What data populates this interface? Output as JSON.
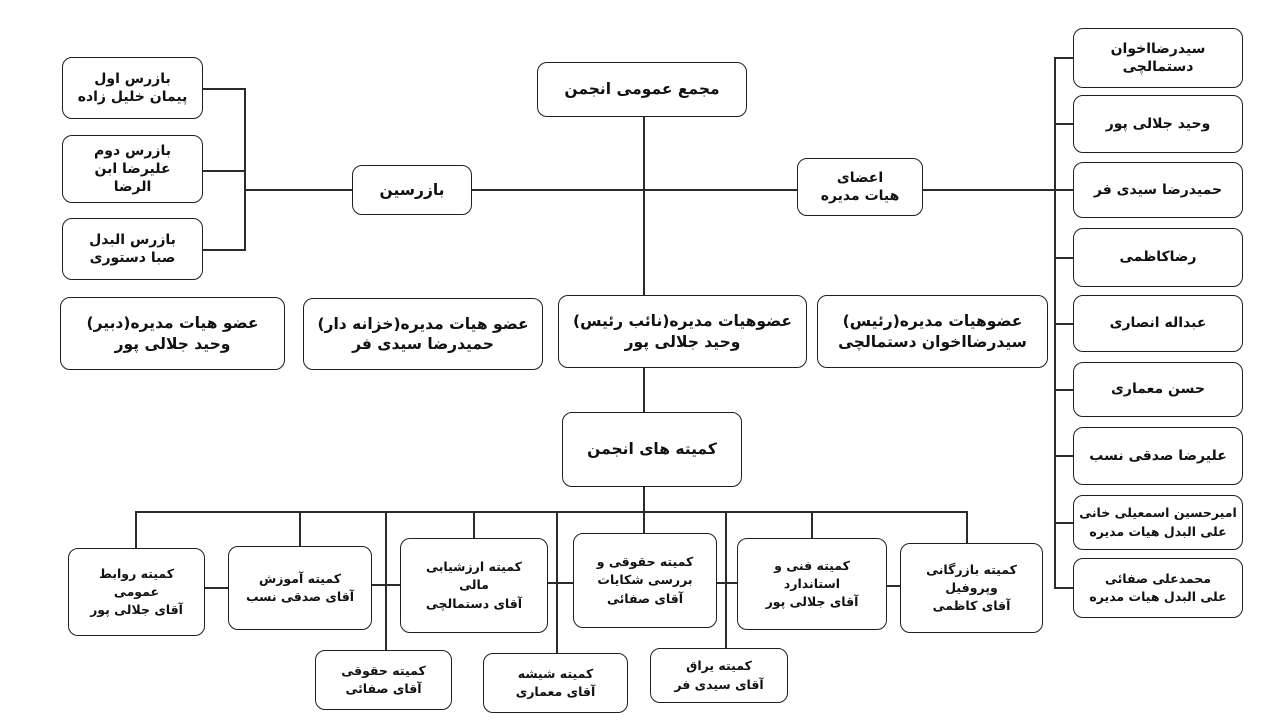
{
  "colors": {
    "background": "#ffffff",
    "box_border": "#1f1f1f",
    "line": "#2b2b2b",
    "text": "#111111"
  },
  "root": {
    "label": "مجمع عمومی انجمن"
  },
  "inspectors": {
    "label": "بازرسین",
    "members": [
      {
        "text": "بازرس اول\nپیمان خلیل زاده"
      },
      {
        "text": "بازرس دوم\nعلیرضا ابن\nالرضا"
      },
      {
        "text": "بازرس البدل\nصبا دستوری"
      }
    ]
  },
  "board": {
    "label": "اعضای\nهیات مدیره",
    "members": [
      {
        "text": "سیدرضااخوان\nدستمالچی"
      },
      {
        "text": "وحید جلالی پور"
      },
      {
        "text": "حمیدرضا سیدی فر"
      },
      {
        "text": "رضاکاظمی"
      },
      {
        "text": "عبداله انصاری"
      },
      {
        "text": "حسن معماری"
      },
      {
        "text": "علیرضا صدقی نسب"
      },
      {
        "text": "امیرحسین اسمعیلی خانی\nعلی البدل هیات مدیره"
      },
      {
        "text": "محمدعلی صفائی\nعلی البدل هیات مدیره"
      }
    ]
  },
  "officers": [
    {
      "text": "عضو هیات مدیره(دبیر)\nوحید جلالی پور"
    },
    {
      "text": "عضو هیات مدیره(خزانه دار)\nحمیدرضا سیدی فر"
    },
    {
      "text": "عضوهیات مدیره(نائب رئیس)\nوحید جلالی پور"
    },
    {
      "text": "عضوهیات مدیره(رئیس)\nسیدرضااخوان دستمالچی"
    }
  ],
  "committees": {
    "label": "کمیته های انجمن",
    "items": [
      {
        "text": "کمیته روابط\nعمومی\nآقای جلالی پور"
      },
      {
        "text": "کمیته آموزش\nآقای صدقی نسب"
      },
      {
        "text": "کمیته ارزشیابی\nمالی\nآقای دستمالچی"
      },
      {
        "text": "کمیته حقوقی و\nبررسی شکایات\nآقای صفائی"
      },
      {
        "text": "کمیته فنی و\nاستاندارد\nآقای جلالی پور"
      },
      {
        "text": "کمیته بازرگانی\nوپروفیل\nآقای کاظمی"
      }
    ],
    "sub_items": [
      {
        "text": "کمیته حقوقی\nآقای صفائی"
      },
      {
        "text": "کمیته شیشه\nآقای معماری"
      },
      {
        "text": "کمیته یراق\nآقای سیدی فر"
      }
    ]
  }
}
